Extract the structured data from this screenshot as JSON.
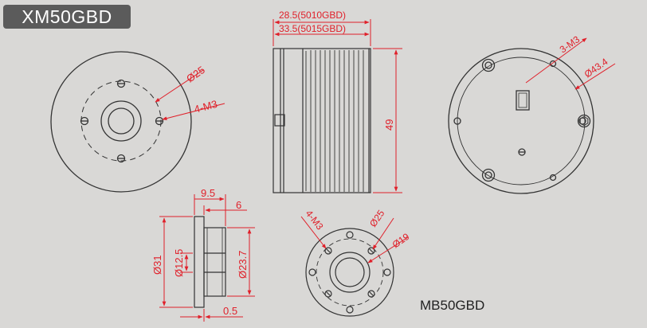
{
  "title": "XM50GBD",
  "model_label": "MB50GBD",
  "colors": {
    "background": "#d9d8d6",
    "outline": "#333333",
    "dimension": "#e0202a",
    "badge": "#5b5b5b"
  },
  "front_view": {
    "diameter_label": "Ø25",
    "thread_label": "4-M3"
  },
  "side_view": {
    "length_5010": "28.5(5010GBD)",
    "length_5015": "33.5(5015GBD)",
    "diameter_label": "49"
  },
  "back_view": {
    "thread_label": "3-M3",
    "diameter_label": "Ø43.4"
  },
  "flange_side": {
    "top_width_1": "9.5",
    "top_width_2": "6",
    "outer_diameter": "Ø31",
    "inner_diameter": "Ø12.5",
    "hub_diameter": "Ø23.7",
    "gap": "0.5"
  },
  "flange_front": {
    "thread_label": "4-M3",
    "bolt_circle": "Ø25",
    "inner_circle": "Ø19"
  }
}
